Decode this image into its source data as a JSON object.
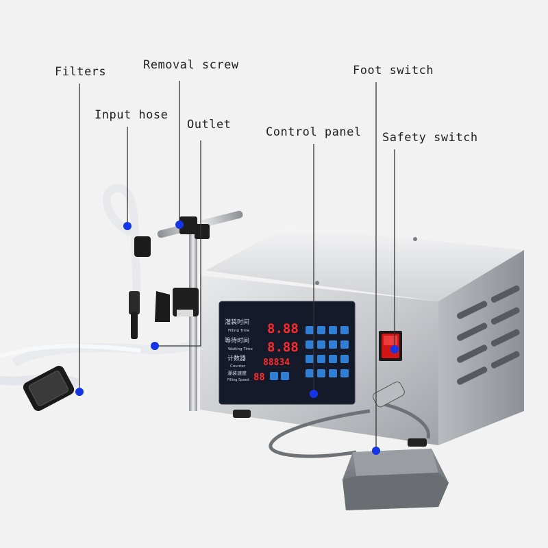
{
  "labels": {
    "filters": "Filters",
    "removal_screw": "Removal screw",
    "foot_switch": "Foot switch",
    "input_hose": "Input hose",
    "outlet": "Outlet",
    "control_panel": "Control panel",
    "safety_switch": "Safety switch"
  },
  "panel": {
    "filling_time_cn": "灌装时间",
    "filling_time_en": "Filling Time",
    "filling_time_value": "8.88",
    "waiting_time_cn": "等待时间",
    "waiting_time_en": "Waiting Time",
    "waiting_time_value": "8.88",
    "counter_cn": "计数器",
    "counter_en": "Counter",
    "counter_value": "88834",
    "filling_speed_cn": "灌装速度",
    "filling_speed_en": "Filling Speed",
    "speed_value": "88"
  },
  "colors": {
    "marker": "#1536e8",
    "leader": "#333333",
    "display": "#ff2a2a",
    "panel_bg": "#141a2a",
    "key": "#2f7fd6",
    "switch": "#d21515"
  }
}
